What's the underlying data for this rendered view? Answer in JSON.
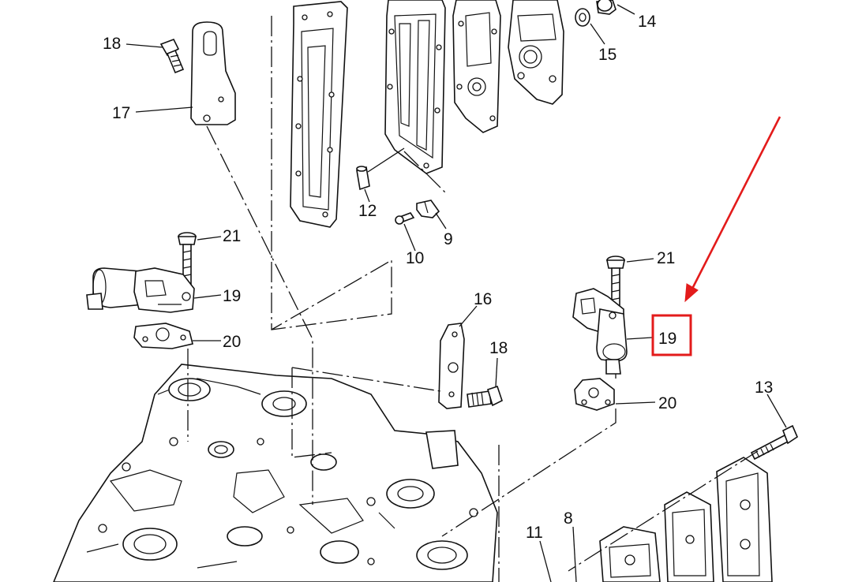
{
  "callouts": {
    "c14": "14",
    "c15": "15",
    "c18a": "18",
    "c17": "17",
    "c12": "12",
    "c9": "9",
    "c10": "10",
    "c21a": "21",
    "c19a": "19",
    "c20a": "20",
    "c16": "16",
    "c18b": "18",
    "c21b": "21",
    "c19b": "19",
    "c20b": "20",
    "c13": "13",
    "c8": "8",
    "c11": "11"
  },
  "highlight": {
    "label": "19",
    "box_color": "#e31b1b",
    "arrow_color": "#e31b1b"
  },
  "colors": {
    "line": "#111111",
    "background": "#ffffff"
  }
}
